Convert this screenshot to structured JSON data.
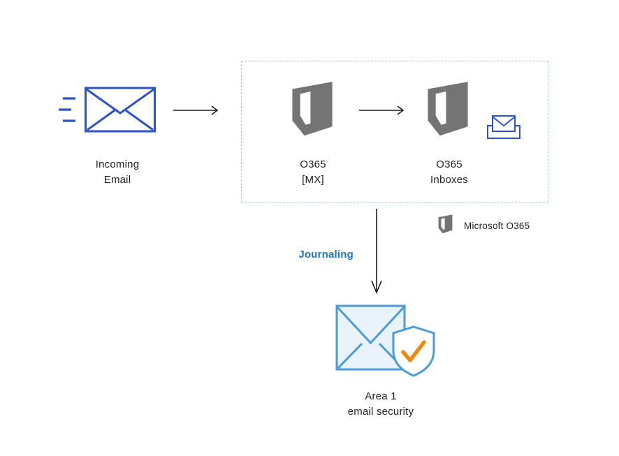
{
  "colors": {
    "envelope_blue": "#2e52c9",
    "boundary_teal": "#8fd7cd",
    "office_gray": "#747474",
    "arrow_black": "#1c1c1c",
    "journaling_blue": "#1e73c2",
    "security_blue": "#4b9bdc",
    "security_fill": "#e9f3fc",
    "check_orange": "#f0890f",
    "text_dark": "#1f1f1f"
  },
  "nodes": {
    "incoming_email": {
      "icon": "envelope-motion-icon",
      "label1": "Incoming",
      "label2": "Email"
    },
    "o365_mx": {
      "icon": "office-logo-icon",
      "label1": "O365",
      "label2": "[MX]"
    },
    "o365_inboxes": {
      "icon": "office-logo-icon",
      "label1": "O365",
      "label2": "Inboxes"
    },
    "area1": {
      "icon": "envelope-shield-check-icon",
      "label1": "Area 1",
      "label2": "email security"
    }
  },
  "legend": {
    "icon": "office-logo-icon",
    "label": "Microsoft O365"
  },
  "flow": {
    "journaling_label": "Journaling"
  }
}
